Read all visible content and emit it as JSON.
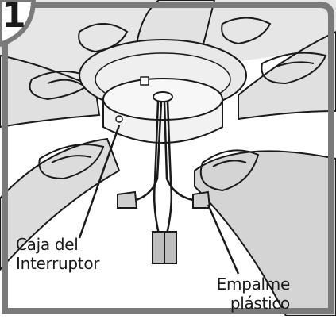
{
  "step": {
    "number": "1"
  },
  "labels": {
    "switch_housing_line1": "Caja del",
    "switch_housing_line2": "Interruptor",
    "splice_line1": "Empalme",
    "splice_line2": "plástico"
  },
  "colors": {
    "frame": "#7a7a7a",
    "line": "#1a1a1a",
    "ceiling_shade": "#c9c9c9",
    "blade_shade": "#d9d9d9",
    "background": "#ffffff"
  }
}
